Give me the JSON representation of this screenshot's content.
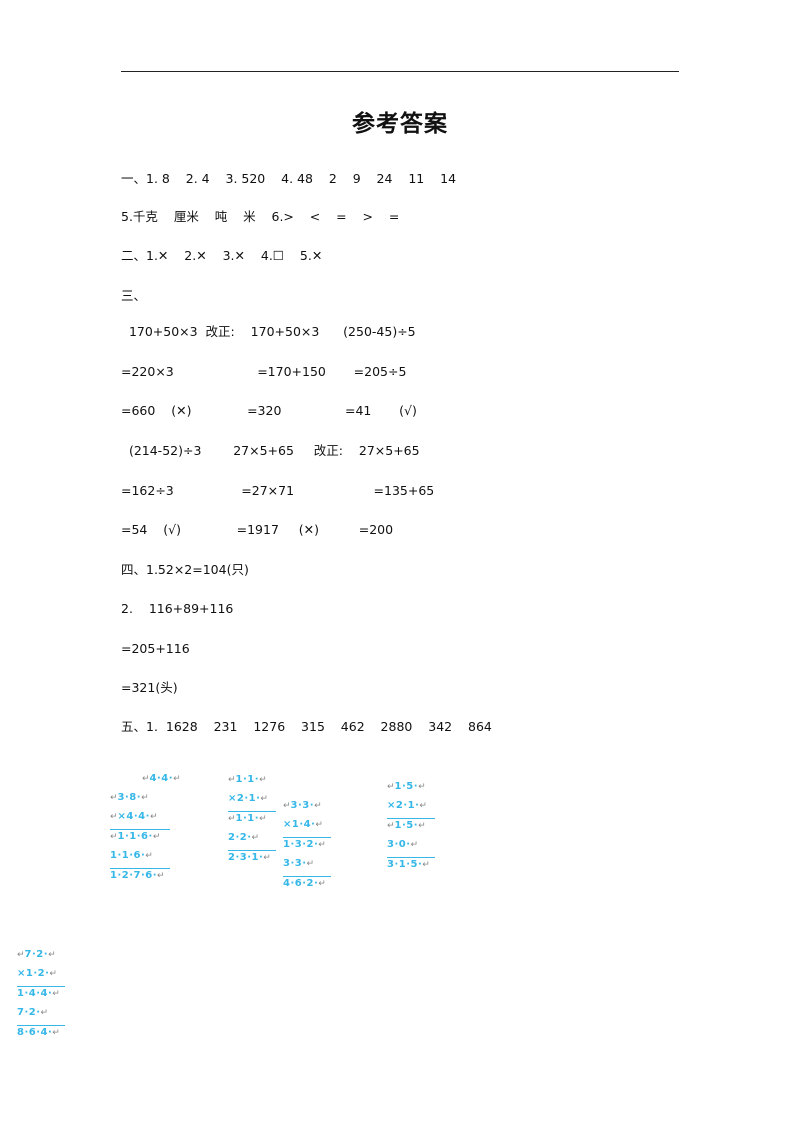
{
  "title": "参考答案",
  "lines": [
    "一、1. 8    2. 4    3. 520    4. 48    2    9    24    11    14",
    "5.千克    厘米    吨    米    6.>    <    =    >    =",
    "二、1.✕    2.✕    3.✕    4.☐    5.✕",
    "三、",
    "  170+50×3  改正:    170+50×3      (250-45)÷5",
    "=220×3                     =170+150       =205÷5",
    "=660    (✕)              =320                =41       (√)",
    "  (214-52)÷3        27×5+65     改正:    27×5+65",
    "=162÷3                 =27×71                    =135+65",
    "=54    (√)              =1917     (✕)          =200",
    "四、1.52×2=104(只)",
    "2.    116+89+116",
    "=205+116",
    "=321(头)",
    "五、1.  1628    231    1276    315    462    2880    342    864"
  ],
  "calcs": [
    {
      "rows": [
        {
          "mk": "↵",
          "txt": "4·4·",
          "end": "↵"
        },
        {
          "mk": "↵",
          "txt": "3·8·",
          "end": "↵"
        },
        {
          "mk": "↵",
          "txt": "×4·4·",
          "end": "↵"
        },
        {
          "mk": "↵",
          "txt": "1·1·6·",
          "end": "↵"
        },
        {
          "mk": "",
          "txt": "1·1·6·",
          "end": "↵"
        },
        {
          "mk": "",
          "txt": "1·2·7·6·",
          "end": "↵"
        }
      ]
    },
    {
      "rows": [
        {
          "mk": "↵",
          "txt": "1·1·",
          "end": "↵"
        },
        {
          "mk": "",
          "txt": "×2·1·",
          "end": "↵"
        },
        {
          "mk": "↵",
          "txt": "1·1·",
          "end": "↵"
        },
        {
          "mk": "",
          "txt": "2·2·",
          "end": "↵"
        },
        {
          "mk": "",
          "txt": "2·3·1·",
          "end": "↵"
        }
      ]
    },
    {
      "rows": [
        {
          "mk": "↵",
          "txt": "3·3·",
          "end": "↵"
        },
        {
          "mk": "",
          "txt": "×1·4·",
          "end": "↵"
        },
        {
          "mk": "",
          "txt": "1·3·2·",
          "end": "↵"
        },
        {
          "mk": "",
          "txt": "3·3·",
          "end": "↵"
        },
        {
          "mk": "",
          "txt": "4·6·2·",
          "end": "↵"
        }
      ]
    },
    {
      "rows": [
        {
          "mk": "↵",
          "txt": "1·5·",
          "end": "↵"
        },
        {
          "mk": "",
          "txt": "×2·1·",
          "end": "↵"
        },
        {
          "mk": "↵",
          "txt": "1·5·",
          "end": "↵"
        },
        {
          "mk": "",
          "txt": "3·0·",
          "end": "↵"
        },
        {
          "mk": "",
          "txt": "3·1·5·",
          "end": "↵"
        }
      ]
    },
    {
      "rows": [
        {
          "mk": "↵",
          "txt": "7·2·",
          "end": "↵"
        },
        {
          "mk": "",
          "txt": "×1·2·",
          "end": "↵"
        },
        {
          "mk": "",
          "txt": "1·4·4·",
          "end": "↵"
        },
        {
          "mk": "",
          "txt": "7·2·",
          "end": "↵"
        },
        {
          "mk": "",
          "txt": "8·6·4·",
          "end": "↵"
        }
      ]
    }
  ]
}
